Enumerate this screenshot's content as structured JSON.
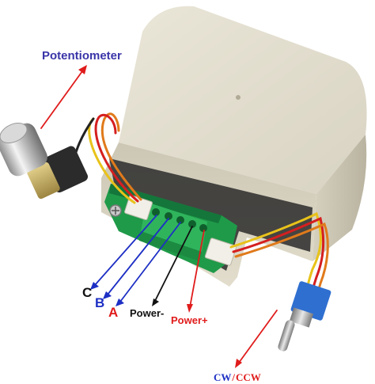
{
  "labels": {
    "potentiometer": "Potentiometer",
    "c": "C",
    "b": "B",
    "a": "A",
    "power_minus": "Power-",
    "power_plus": "Power+",
    "cw": "CW",
    "slash": "/",
    "ccw": "CCW"
  },
  "colors": {
    "potentiometer": "#3a35a8",
    "c": "#111111",
    "b": "#1d2fc4",
    "a": "#e01b1b",
    "power_minus": "#111111",
    "power_plus": "#e01b1b",
    "cw": "#1d2fc4",
    "slash": "#e01b1b",
    "ccw": "#e01b1b",
    "arrow_red": "#e01b1b",
    "arrow_blue": "#1d2fc4",
    "arrow_black": "#111111"
  }
}
